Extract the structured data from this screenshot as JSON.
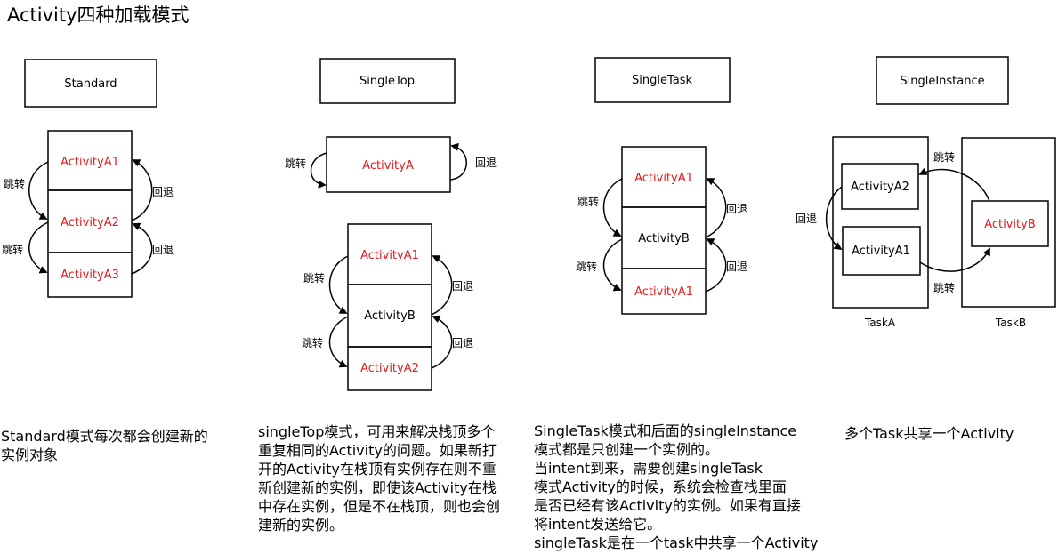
{
  "title": "Activity四种加载模式",
  "colors": {
    "highlight": "#e41a1c",
    "line": "#000000"
  },
  "modes": {
    "standard": {
      "name": "Standard",
      "stack": [
        "ActivityA1",
        "ActivityA2",
        "ActivityA3"
      ],
      "jump": "跳转",
      "back": "回退",
      "description": "Standard模式每次都会创建新的\n实例对象"
    },
    "singletop": {
      "name": "SingleTop",
      "single": "ActivityA",
      "stack": [
        "ActivityA1",
        "ActivityB",
        "ActivityA2"
      ],
      "jump": "跳转",
      "back": "回退",
      "description": "singleTop模式，可用来解决栈顶多个\n重复相同的Activity的问题。如果新打\n开的Activity在栈顶有实例存在则不重\n新创建新的实例，即使该Activity在栈\n中存在实例，但是不在栈顶，则也会创\n建新的实例。"
    },
    "singletask": {
      "name": "SingleTask",
      "stack": [
        "ActivityA1",
        "ActivityB",
        "ActivityA1"
      ],
      "jump": "跳转",
      "back": "回退",
      "description": "SingleTask模式和后面的singleInstance\n模式都是只创建一个实例的。\n当intent到来，需要创建singleTask\n模式Activity的时候，系统会检查栈里面\n是否已经有该Activity的实例。如果有直接\n将intent发送给它。\nsingleTask是在一个task中共享一个Activity"
    },
    "singleinstance": {
      "name": "SingleInstance",
      "taskA": {
        "label": "TaskA",
        "items": [
          "ActivityA2",
          "ActivityA1"
        ]
      },
      "taskB": {
        "label": "TaskB",
        "item": "ActivityB"
      },
      "jump": "跳转",
      "back": "回退",
      "description": "多个Task共享一个Activity"
    }
  }
}
